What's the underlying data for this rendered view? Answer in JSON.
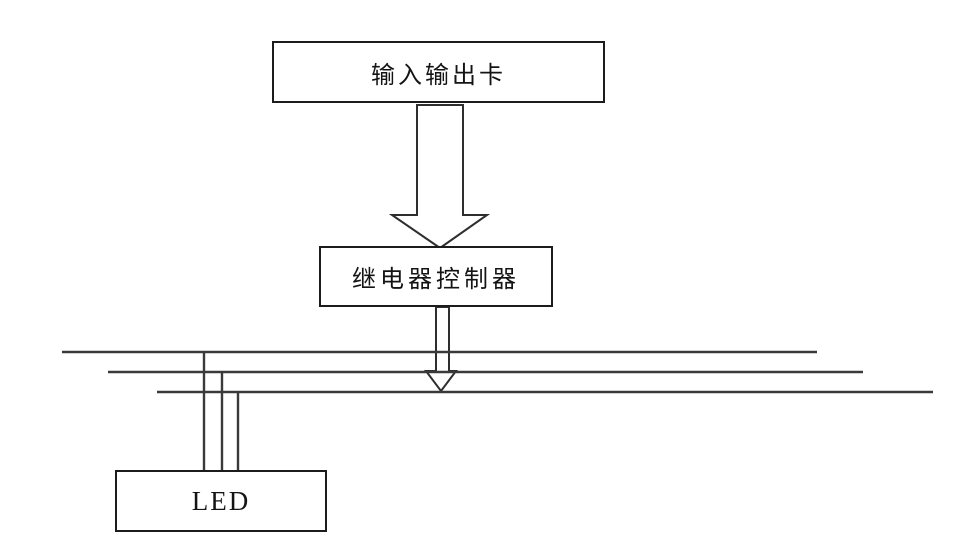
{
  "diagram": {
    "type": "flowchart",
    "nodes": {
      "io_card": {
        "label": "输入输出卡"
      },
      "relay_controller": {
        "label": "继电器控制器"
      },
      "led": {
        "label": "LED"
      }
    },
    "edges": [
      {
        "from": "io_card",
        "to": "relay_controller",
        "style": "hollow-block-arrow-down"
      },
      {
        "from": "relay_controller",
        "to": "bus_lines",
        "style": "hollow-block-arrow-down"
      },
      {
        "from": "bus_lines",
        "to": "led",
        "style": "three-parallel-wires"
      }
    ],
    "bus_line_count": 3,
    "colors": {
      "background": "#ffffff",
      "line": "#3a3a3a",
      "border": "#1c1c1c",
      "text": "#141414"
    }
  }
}
